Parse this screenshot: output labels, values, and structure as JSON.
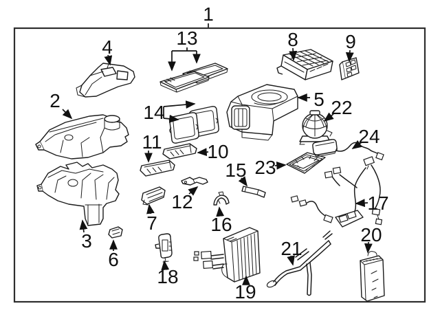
{
  "figure": {
    "background": "#ffffff",
    "line_color": "#1a1a1a",
    "border_color": "#2d2d2d",
    "callouts": [
      {
        "label": "1"
      },
      {
        "label": "2"
      },
      {
        "label": "3"
      },
      {
        "label": "4"
      },
      {
        "label": "5"
      },
      {
        "label": "6"
      },
      {
        "label": "7"
      },
      {
        "label": "8"
      },
      {
        "label": "9"
      },
      {
        "label": "10"
      },
      {
        "label": "11"
      },
      {
        "label": "12"
      },
      {
        "label": "13"
      },
      {
        "label": "14"
      },
      {
        "label": "15"
      },
      {
        "label": "16"
      },
      {
        "label": "17"
      },
      {
        "label": "18"
      },
      {
        "label": "19"
      },
      {
        "label": "20"
      },
      {
        "label": "21"
      },
      {
        "label": "22"
      },
      {
        "label": "23"
      },
      {
        "label": "24"
      }
    ]
  }
}
